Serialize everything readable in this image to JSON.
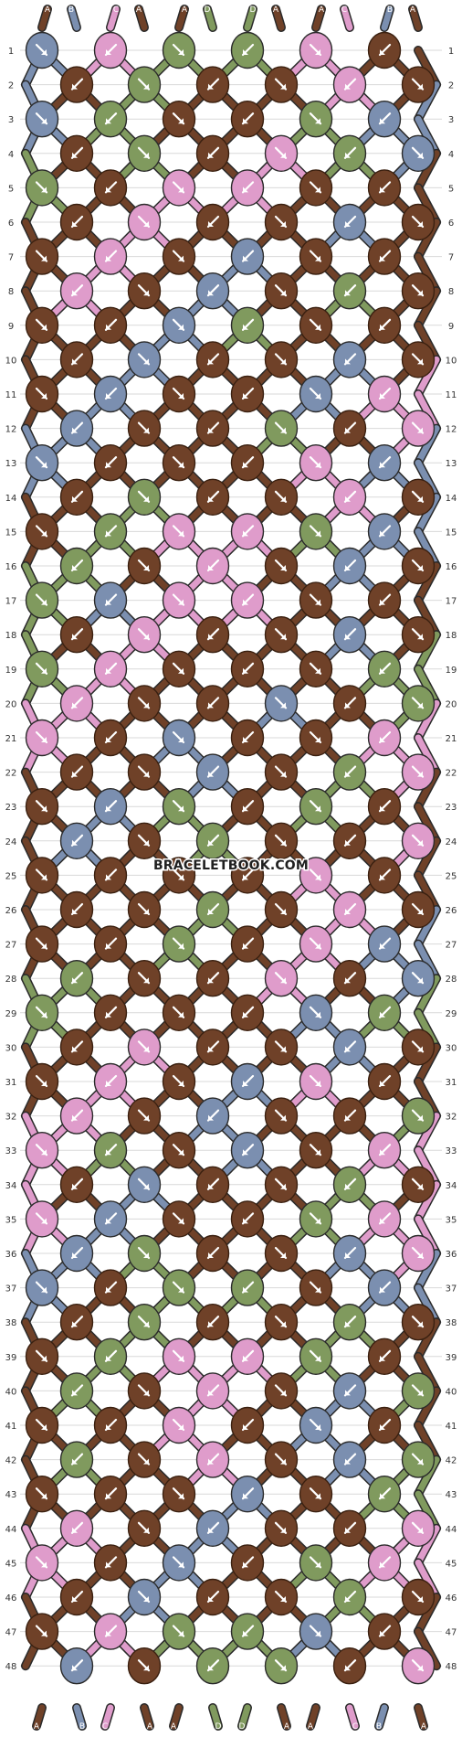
{
  "palette": {
    "A": "#6f4128",
    "B": "#7b8fb0",
    "C": "#df9ccb",
    "D": "#809a5e"
  },
  "watermark": "BRACELETBOOK.COM",
  "strings_top": [
    "A",
    "B",
    "C",
    "A",
    "A",
    "D",
    "D",
    "A",
    "A",
    "C",
    "B",
    "A"
  ],
  "strings_bottom": [
    "A",
    "B",
    "C",
    "A",
    "A",
    "D",
    "D",
    "A",
    "A",
    "C",
    "B",
    "A"
  ],
  "row_numbers": [
    "1",
    "2",
    "3",
    "4",
    "5",
    "6",
    "7",
    "8",
    "9",
    "10",
    "11",
    "12",
    "13",
    "14",
    "15",
    "16",
    "17",
    "18",
    "19",
    "20",
    "21",
    "22",
    "23",
    "24",
    "25",
    "26",
    "27",
    "28",
    "29",
    "30",
    "31",
    "32",
    "33",
    "34",
    "35",
    "36",
    "37",
    "38",
    "39",
    "40",
    "41",
    "42",
    "43",
    "44",
    "45",
    "46",
    "47",
    "48"
  ],
  "knot_rows": [
    "B C D D C A",
    "A D A A C A",
    "B D A A D B",
    "A D A C D B",
    "D A C C A A",
    "A C A A B A",
    "A C A B A A",
    "C A B A D A",
    "A A B D A A",
    "A B A A B A",
    "A B A A B C",
    "B A A D A C",
    "B A A A C B",
    "A D A A C A",
    "A D C C D B",
    "D A C A B A",
    "D B C C A A",
    "A C A A B A",
    "D C A A A D",
    "C A A B A D",
    "C A B A A C",
    "A A B A D C",
    "A B D A D A",
    "B A D A A C",
    "A A A A C A",
    "A A D A C A",
    "A A D A C B",
    "D A A C A B",
    "D A A A B D",
    "A C A A B A",
    "A C A B C A",
    "C A B A A D",
    "C D A B A C",
    "A B A A D A",
    "C B A A D C",
    "B D A A B C",
    "B A D D A B",
    "A D A A D A",
    "A D C C D A",
    "D A C A B D",
    "A A C A B A",
    "D A C A B D",
    "A A A B A D",
    "C A B A A C",
    "C A B A D C",
    "A B A A D A",
    "A C D D B A",
    "B A D D A C"
  ]
}
